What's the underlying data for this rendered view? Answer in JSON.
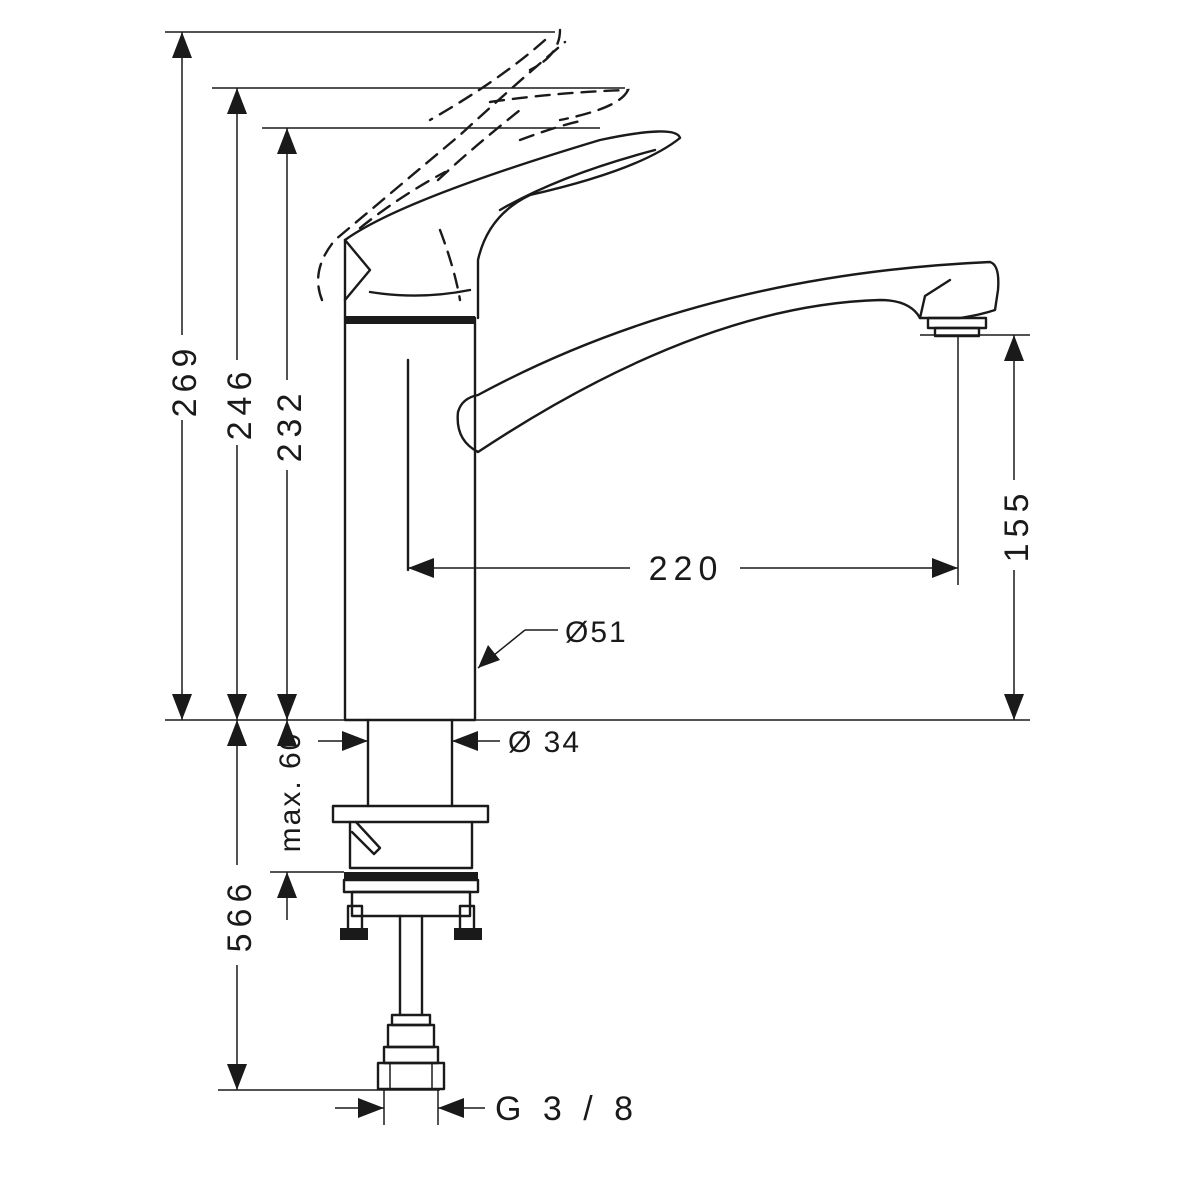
{
  "dimensions": {
    "height_total": "269",
    "height_lever": "246",
    "height_body": "232",
    "spout_height": "155",
    "spout_reach": "220",
    "body_diameter": "Ø51",
    "shank_diameter": "Ø 34",
    "max_thickness": "max. 60",
    "supply_length": "566",
    "connection_thread": "G 3 / 8"
  }
}
